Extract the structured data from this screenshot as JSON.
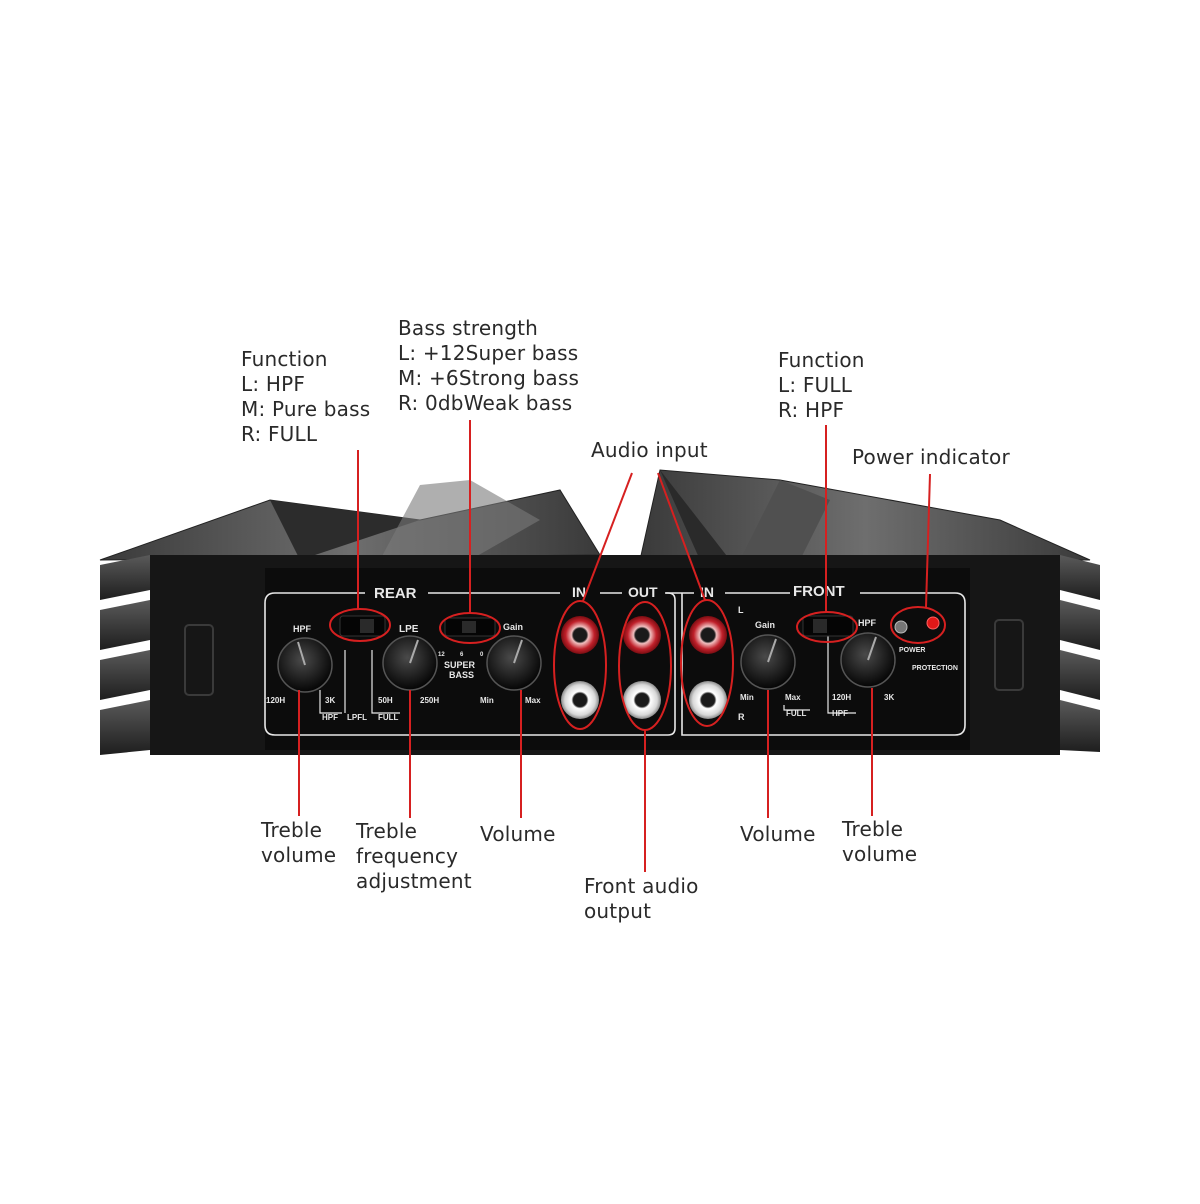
{
  "callouts": {
    "rear_function": [
      "Function",
      "L: HPF",
      "M: Pure bass",
      "R: FULL"
    ],
    "bass_strength": [
      "Bass strength",
      "L: +12Super bass",
      "M: +6Strong bass",
      "R: 0dbWeak bass"
    ],
    "front_function": [
      "Function",
      "L: FULL",
      "R: HPF"
    ],
    "audio_input": [
      "Audio input"
    ],
    "power_indicator": [
      "Power indicator"
    ],
    "treble_volume_left": [
      "Treble",
      "volume"
    ],
    "treble_freq": [
      "Treble",
      "frequency",
      "adjustment"
    ],
    "volume_left": [
      "Volume"
    ],
    "front_audio_output": [
      "Front audio",
      "output"
    ],
    "volume_right": [
      "Volume"
    ],
    "treble_volume_right": [
      "Treble",
      "volume"
    ]
  },
  "panel": {
    "rear": "REAR",
    "front": "FRONT",
    "in_left": "IN",
    "out": "OUT",
    "in_right": "IN",
    "l_mark": "L",
    "r_mark": "R",
    "hpf": "HPF",
    "lpe": "LPE",
    "gain": "Gain",
    "super": "SUPER",
    "bass": "BASS",
    "f120": "120H",
    "f3k": "3K",
    "f50": "50H",
    "f250": "250H",
    "min": "Min",
    "max": "Max",
    "hpf_sw": "HPF",
    "lpfl": "LPFL",
    "full": "FULL",
    "b12": "12",
    "b6": "6",
    "b0": "0",
    "power": "POWER",
    "protection": "PROTECTION"
  },
  "colors": {
    "annotation": "#d62020",
    "chassis": "#161616",
    "panel": "#0c0c0c",
    "silkscreen": "#e8e8e8"
  }
}
